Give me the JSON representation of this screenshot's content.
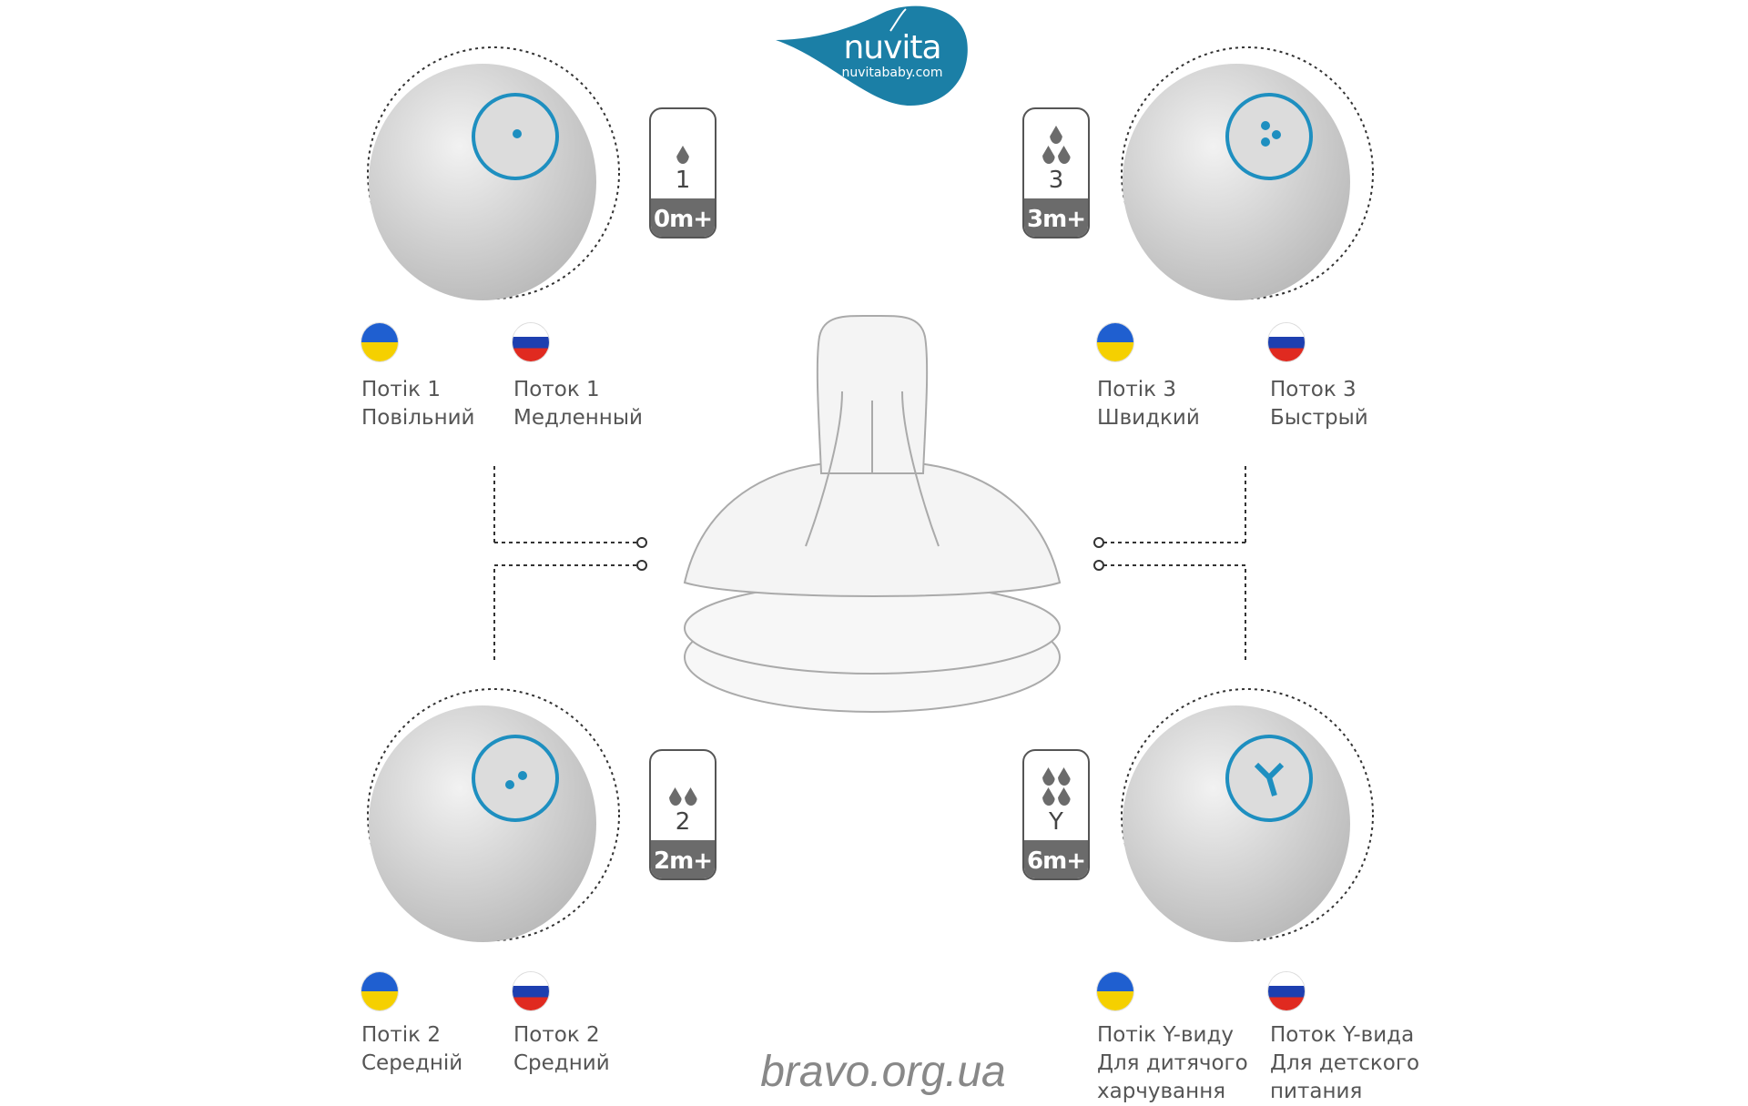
{
  "logo": {
    "brand": "nuvita",
    "site": "nuvitababy.com",
    "color": "#1b7fa6"
  },
  "accent_color": "#1e8fc0",
  "flows": [
    {
      "id": "flow-1",
      "number": "1",
      "age": "0m+",
      "drops": 1,
      "ua": [
        "Потік 1",
        "Повільний"
      ],
      "ru": [
        "Поток 1",
        "Медленный"
      ]
    },
    {
      "id": "flow-3",
      "number": "3",
      "age": "3m+",
      "drops": 3,
      "ua": [
        "Потік 3",
        "Швидкий"
      ],
      "ru": [
        "Поток 3",
        "Быстрый"
      ]
    },
    {
      "id": "flow-2",
      "number": "2",
      "age": "2m+",
      "drops": 2,
      "ua": [
        "Потік 2",
        "Середній"
      ],
      "ru": [
        "Поток 2",
        "Средний"
      ]
    },
    {
      "id": "flow-y",
      "number": "Y",
      "age": "6m+",
      "drops": 4,
      "ua": [
        "Потік Y-виду",
        "Для дитячого",
        "харчування"
      ],
      "ru": [
        "Поток Y-вида",
        "Для детского",
        "питания"
      ]
    }
  ],
  "watermark": "bravo.org.ua"
}
